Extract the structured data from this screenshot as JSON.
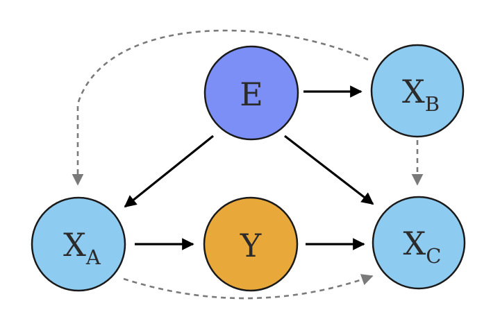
{
  "nodes": [
    {
      "id": "E",
      "label": "E",
      "sub": "",
      "color": "#7b8ff7"
    },
    {
      "id": "XB",
      "label": "X",
      "sub": "B",
      "color": "#8ecbf1"
    },
    {
      "id": "XA",
      "label": "X",
      "sub": "A",
      "color": "#8ecbf1"
    },
    {
      "id": "Y",
      "label": "Y",
      "sub": "",
      "color": "#e8a93a"
    },
    {
      "id": "XC",
      "label": "X",
      "sub": "C",
      "color": "#8ecbf1"
    }
  ],
  "edges": [
    {
      "from": "E",
      "to": "XB",
      "style": "solid"
    },
    {
      "from": "E",
      "to": "XA",
      "style": "solid"
    },
    {
      "from": "E",
      "to": "XC",
      "style": "solid"
    },
    {
      "from": "XA",
      "to": "Y",
      "style": "solid"
    },
    {
      "from": "Y",
      "to": "XC",
      "style": "solid"
    },
    {
      "from": "XB",
      "to": "XC",
      "style": "dashed"
    },
    {
      "from": "XB",
      "to": "XA",
      "style": "dashed"
    },
    {
      "from": "XA",
      "to": "XC",
      "style": "dashed"
    }
  ],
  "colors": {
    "solid_edge": "#000000",
    "dashed_edge": "#7a7a7a",
    "node_outline": "#1a1a1a",
    "label_text": "#2b2b2b"
  }
}
